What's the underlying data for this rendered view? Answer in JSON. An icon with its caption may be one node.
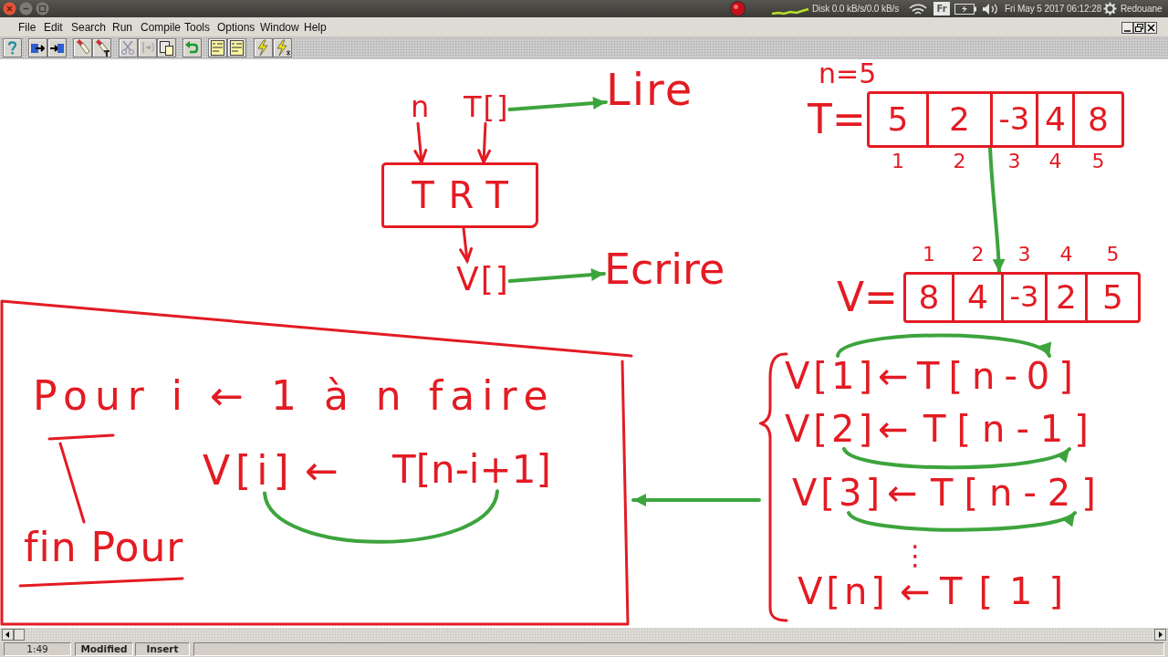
{
  "diagram": {
    "nodes": [
      {
        "text": [
          "n"
        ]
      },
      {
        "text": [
          "T[]"
        ]
      },
      {
        "text": [
          "Lire"
        ]
      },
      {
        "text": [
          "TRT"
        ]
      },
      {
        "text": [
          "V[]"
        ]
      },
      {
        "text": [
          "Ecrire"
        ]
      },
      {
        "text": [
          "T="
        ]
      },
      {
        "text": [
          "5"
        ],
        "in": 6,
        "beside": [
          "1"
        ]
      },
      {
        "text": [
          "2"
        ],
        "in": 6,
        "beside": [
          "2"
        ]
      },
      {
        "text": [
          "-3"
        ],
        "in": 6,
        "beside": [
          "3"
        ]
      },
      {
        "text": [
          "4"
        ],
        "in": 6,
        "beside": [
          "4"
        ]
      },
      {
        "text": [
          "8"
        ],
        "in": 6,
        "beside": [
          "5"
        ]
      },
      {
        "text": [
          "V="
        ]
      },
      {
        "text": [
          "8"
        ],
        "in": 12,
        "beside": [
          "1"
        ]
      },
      {
        "text": [
          "4"
        ],
        "in": 12,
        "beside": [
          "2"
        ]
      },
      {
        "text": [
          "-3"
        ],
        "in": 12,
        "beside": [
          "3"
        ]
      },
      {
        "text": [
          "2"
        ],
        "in": 12,
        "beside": [
          "4"
        ]
      },
      {
        "text": [
          "5"
        ],
        "in": 12,
        "beside": [
          "5"
        ]
      },
      {
        "text": [
          "Pour i ← 1 à n faire",
          "fin Pour"
        ]
      },
      {
        "text": [
          "V[i]"
        ],
        "in": 18
      },
      {
        "text": [
          "T[n-i+1]"
        ],
        "in": 18
      },
      {
        "text": [],
        "shape": "brace"
      },
      {
        "text": [
          "V[1]"
        ],
        "in": 21
      },
      {
        "text": [
          "T[n-0]"
        ],
        "in": 21
      },
      {
        "text": [
          "V[2]"
        ],
        "in": 21
      },
      {
        "text": [
          "T[n-1]"
        ],
        "in": 21
      },
      {
        "text": [
          "V[3]"
        ],
        "in": 21
      },
      {
        "text": [
          "T[n-2]"
        ],
        "in": 21
      },
      {
        "text": [
          "V[n]"
        ],
        "in": 21
      },
      {
        "text": [
          "T[1]"
        ],
        "in": 21
      }
    ],
    "edges": [
      {
        "from": 0,
        "to": 3,
        "arrow": "to",
        "color": "#e31b23"
      },
      {
        "from": 1,
        "to": 3,
        "arrow": "to",
        "color": "#e31b23"
      },
      {
        "from": 1,
        "to": 2,
        "arrow": "to"
      },
      {
        "from": 3,
        "to": 4,
        "arrow": "to",
        "color": "#e31b23"
      },
      {
        "from": 4,
        "to": 5,
        "arrow": "to"
      },
      {
        "from": 6,
        "to": 12,
        "arrow": "to"
      },
      {
        "from": 22,
        "to": 23,
        "arrow": "to"
      },
      {
        "from": 24,
        "to": 25,
        "arrow": "to"
      },
      {
        "from": 26,
        "to": 27,
        "arrow": "to"
      },
      {
        "from": 21,
        "to": 18,
        "arrow": "to"
      },
      {
        "from": 19,
        "to": 20,
        "arrow": "none"
      }
    ],
    "labels": [
      "Disk 0.0 kB/s/0.0 kB/s",
      "Fr",
      "Fri May 5 2017 06:12:28",
      "Redouane",
      "File",
      "Edit",
      "Search",
      "Run",
      "Compile",
      "Tools",
      "Options",
      "Window",
      "Help",
      "n=5",
      "←",
      "←",
      "←",
      "←",
      "⋮",
      "←",
      "1:49",
      "Modified",
      "Insert"
    ]
  }
}
